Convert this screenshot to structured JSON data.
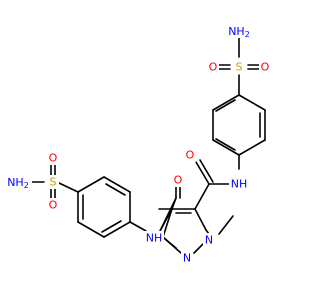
{
  "structure": {
    "atoms": [
      {
        "id": "NH2_top",
        "text": "NH",
        "sub": "2",
        "color": "#0000ff"
      },
      {
        "id": "S_top",
        "text": "S",
        "color": "#c8a000"
      },
      {
        "id": "O_top_left",
        "text": "O",
        "color": "#ff0000"
      },
      {
        "id": "O_top_right",
        "text": "O",
        "color": "#ff0000"
      },
      {
        "id": "NH_upper",
        "text": "NH",
        "color": "#0000ff"
      },
      {
        "id": "O_upper_amide",
        "text": "O",
        "color": "#ff0000"
      },
      {
        "id": "N_methyl",
        "text": "N",
        "color": "#0000ff"
      },
      {
        "id": "N_ring",
        "text": "N",
        "color": "#0000ff"
      },
      {
        "id": "O_lower_amide",
        "text": "O",
        "color": "#ff0000"
      },
      {
        "id": "NH_lower",
        "text": "NH",
        "color": "#0000ff"
      },
      {
        "id": "S_left",
        "text": "S",
        "color": "#c8a000"
      },
      {
        "id": "O_left_top",
        "text": "O",
        "color": "#ff0000"
      },
      {
        "id": "O_left_bottom",
        "text": "O",
        "color": "#ff0000"
      },
      {
        "id": "NH2_left",
        "text": "NH",
        "sub": "2",
        "color": "#0000ff"
      }
    ],
    "bond_color": "#000000"
  }
}
